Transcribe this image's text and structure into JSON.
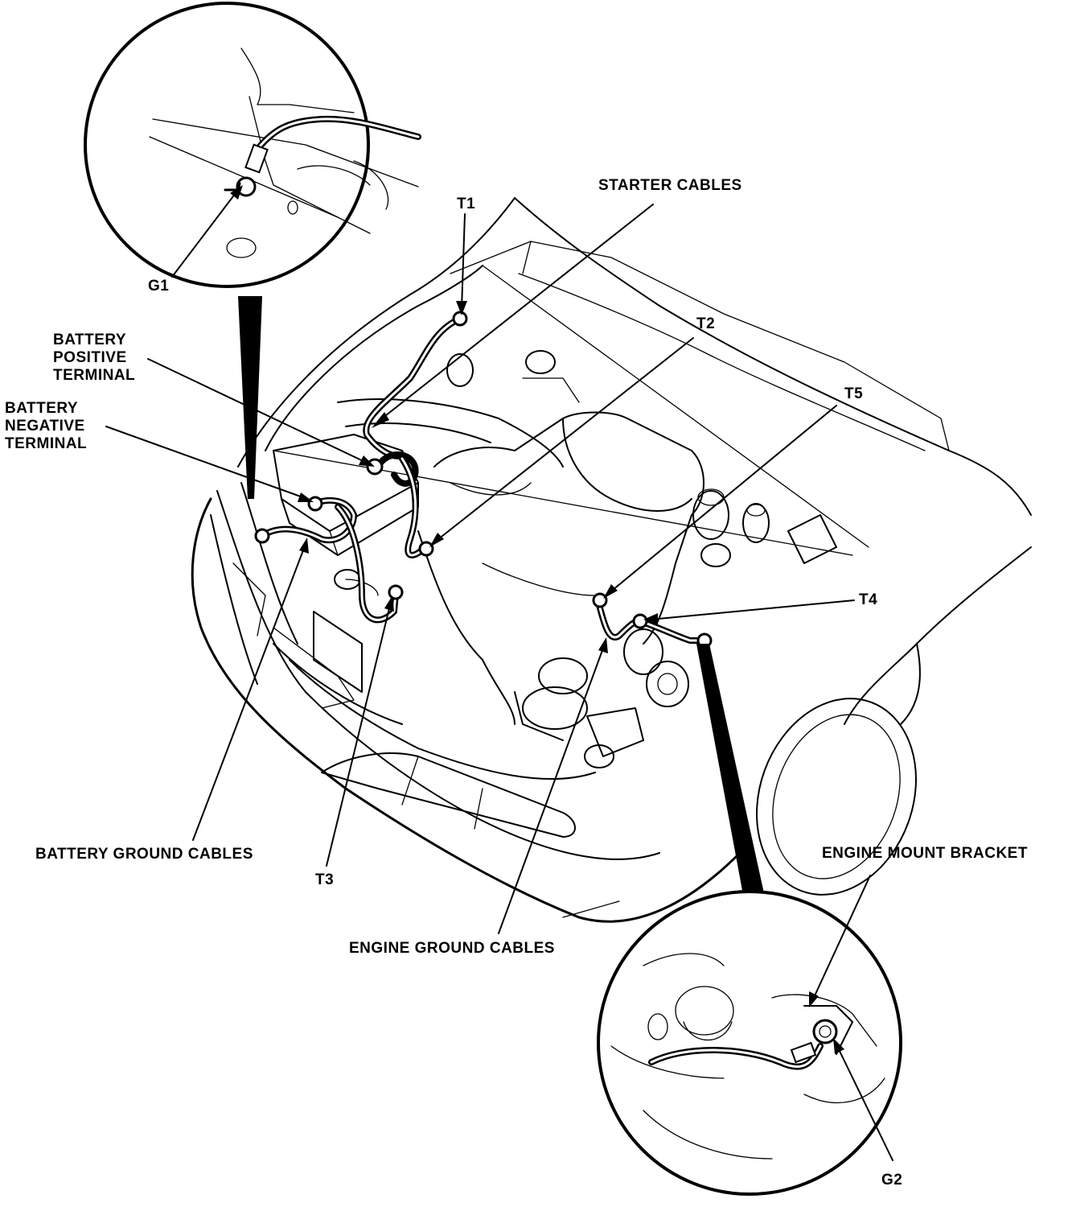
{
  "labels": {
    "starter_cables": "STARTER CABLES",
    "t1": "T1",
    "t2": "T2",
    "t3": "T3",
    "t4": "T4",
    "t5": "T5",
    "g1": "G1",
    "g2": "G2",
    "battery_positive_terminal": [
      "BATTERY",
      "POSITIVE",
      "TERMINAL"
    ],
    "battery_negative_terminal": [
      "BATTERY",
      "NEGATIVE",
      "TERMINAL"
    ],
    "battery_ground_cables": "BATTERY GROUND CABLES",
    "engine_ground_cables": "ENGINE GROUND CABLES",
    "engine_mount_bracket": "ENGINE MOUNT BRACKET"
  },
  "colors": {
    "ink": "#000000",
    "paper": "#ffffff"
  }
}
